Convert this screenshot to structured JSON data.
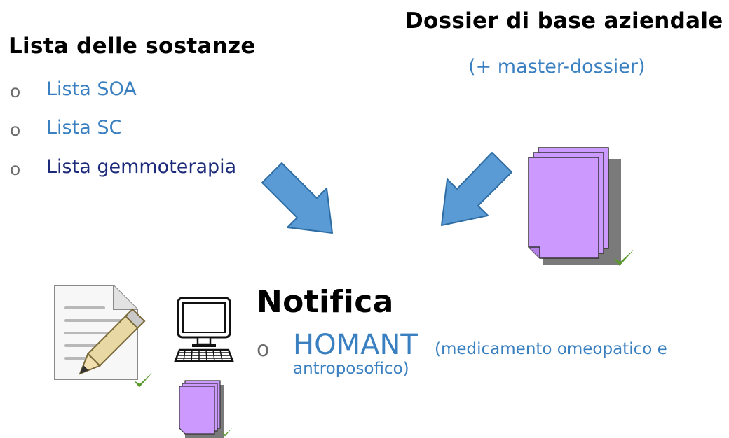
{
  "left_section": {
    "title": "Lista delle sostanze",
    "bullet_symbol": "o",
    "items": [
      {
        "label": "Lista SOA",
        "color": "#3a80c1"
      },
      {
        "label": "Lista SC",
        "color": "#3a80c1"
      },
      {
        "label": "Lista gemmoterapia",
        "color": "#1c2a7a"
      }
    ]
  },
  "right_section": {
    "title": "Dossier di base aziendale",
    "subtitle": "(+ master-dossier)"
  },
  "notifica": {
    "title": "Notifica",
    "bullet_symbol": "o",
    "item_main": "HOMANT",
    "item_detail_line1": "(medicamento omeopatico e",
    "item_detail_line2": "antroposofico)"
  },
  "icons": [
    "arrow-down-right-icon",
    "arrow-down-left-icon",
    "document-stack-icon",
    "check-icon",
    "form-with-pencil-icon",
    "computer-icon"
  ],
  "colors": {
    "accent_blue": "#3a80c1",
    "navy": "#1c2a7a",
    "arrow_blue": "#5b9bd5",
    "arrow_outline": "#2e6da4",
    "document_purple": "#cc99ff",
    "check_green": "#5a9a2b"
  }
}
